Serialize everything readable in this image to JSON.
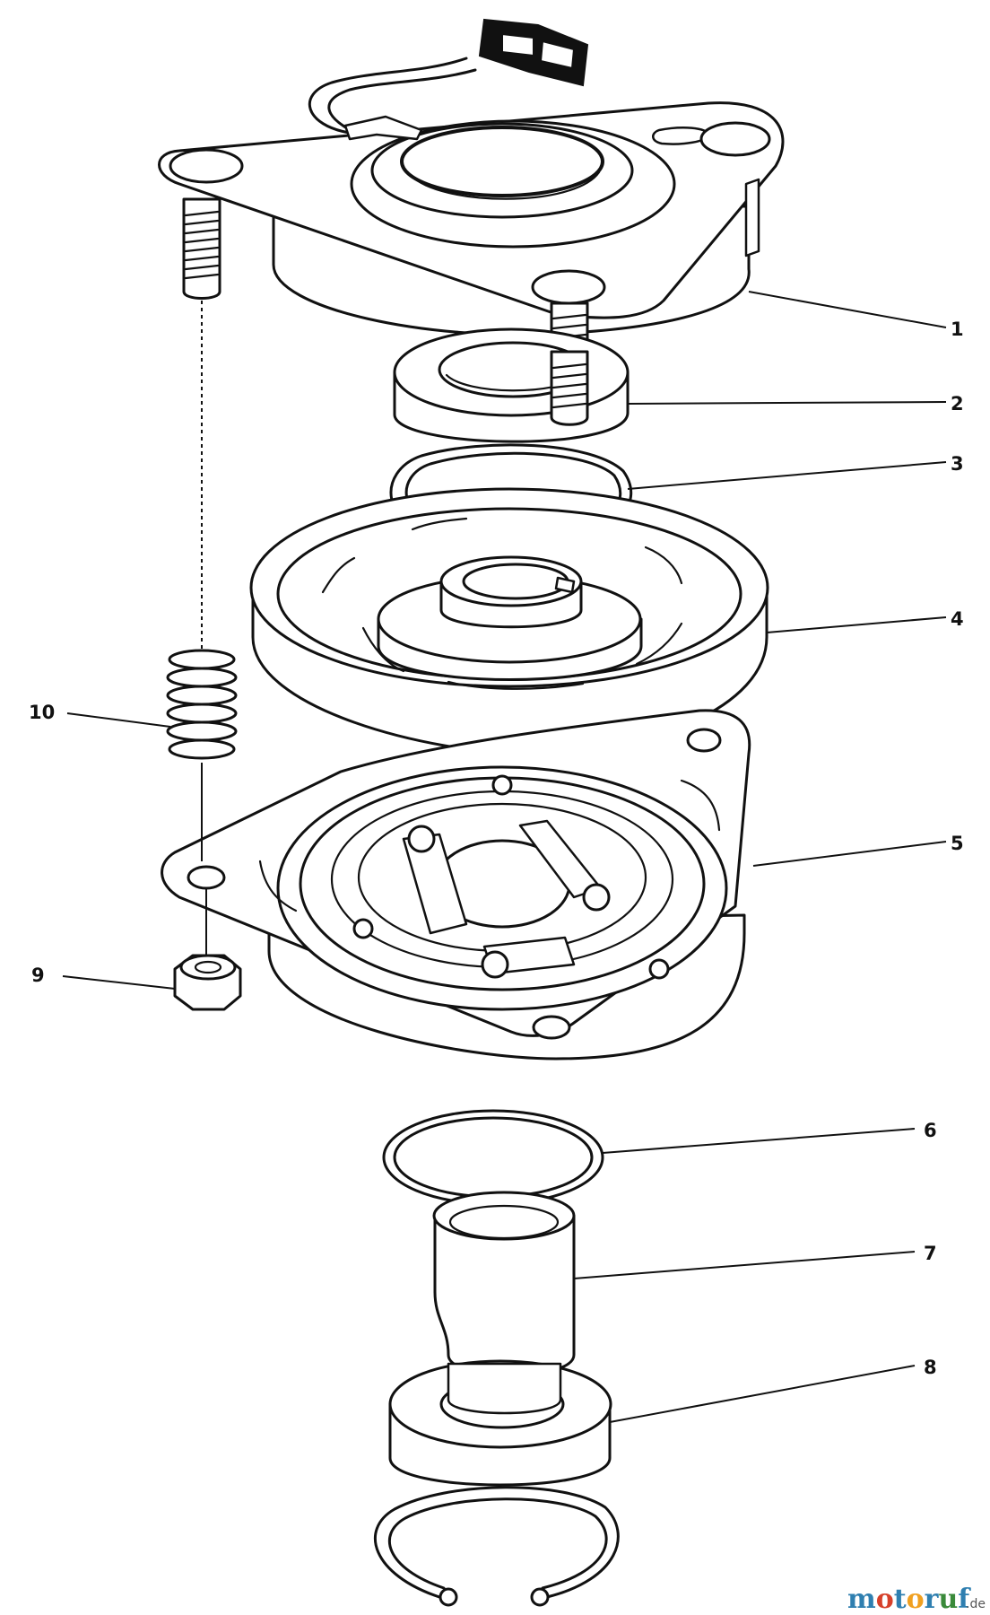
{
  "diagram": {
    "callouts": [
      {
        "id": "1",
        "label": "1"
      },
      {
        "id": "2",
        "label": "2"
      },
      {
        "id": "3",
        "label": "3"
      },
      {
        "id": "4",
        "label": "4"
      },
      {
        "id": "5",
        "label": "5"
      },
      {
        "id": "6",
        "label": "6"
      },
      {
        "id": "7",
        "label": "7"
      },
      {
        "id": "8",
        "label": "8"
      },
      {
        "id": "9",
        "label": "9"
      },
      {
        "id": "10",
        "label": "10"
      }
    ]
  },
  "watermark": {
    "colors": [
      "#2f7fb0",
      "#d6402a",
      "#f0a020",
      "#3a8a3a"
    ],
    "brand_letters": [
      "m",
      "o",
      "t",
      "o",
      "r",
      "u",
      "f"
    ],
    "suffix": ".de"
  }
}
